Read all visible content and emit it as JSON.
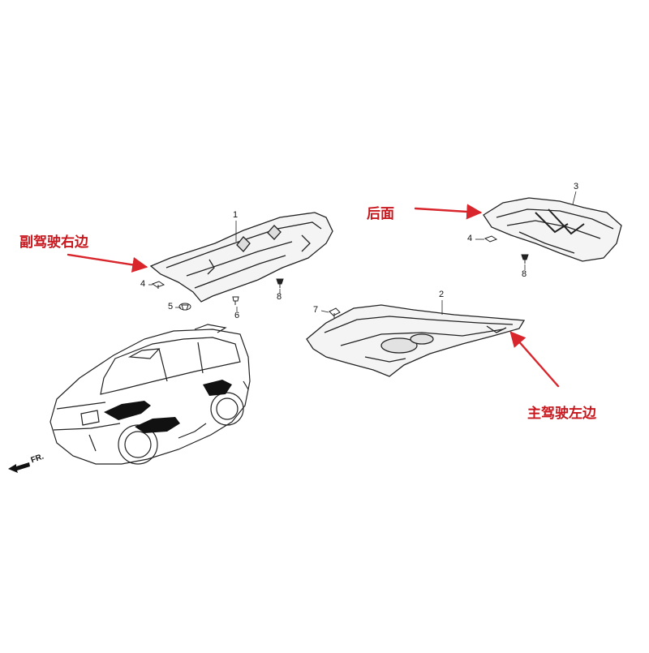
{
  "callouts": {
    "passenger_right_side": "副驾驶右边",
    "rear": "后面",
    "driver_left_side": "主驾驶左边"
  },
  "part_numbers": {
    "part1": "1",
    "part2": "2",
    "part3": "3",
    "part1_clip4": "4",
    "part1_clip5": "5",
    "part1_clip6": "6",
    "part1_clip8": "8",
    "part3_clip4": "4",
    "part3_clip8": "8",
    "part2_clip7": "7"
  },
  "front_indicator": "FR.",
  "colors": {
    "arrow_red": "#d9262c",
    "label_red": "#c8161d",
    "line": "#222222"
  }
}
